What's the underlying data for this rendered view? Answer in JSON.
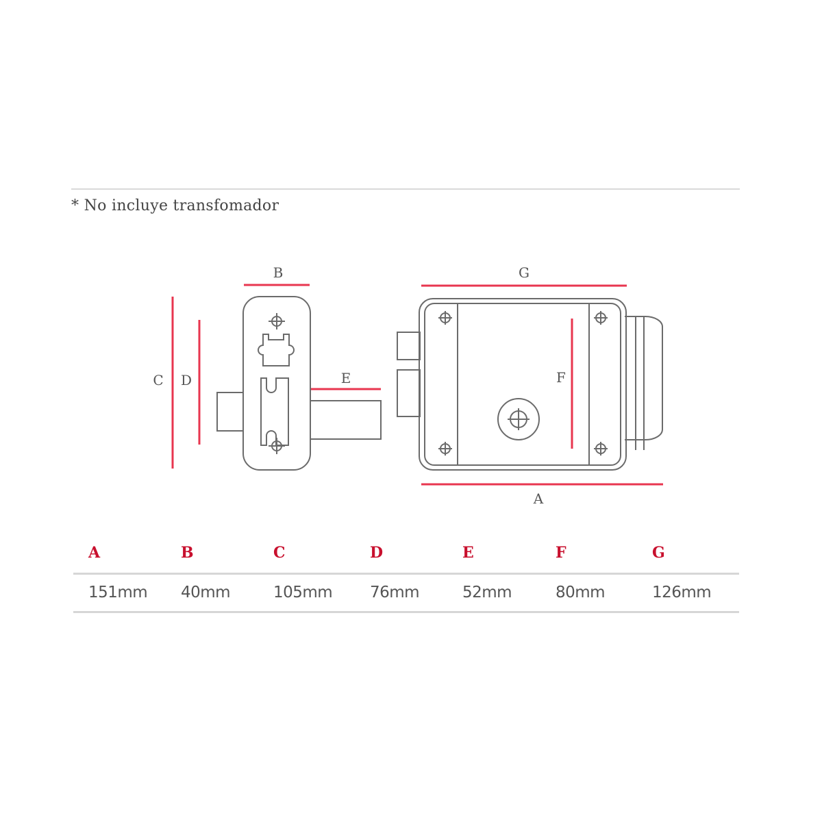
{
  "note": "* No incluye transfomador",
  "diagram": {
    "labels": {
      "A": "A",
      "B": "B",
      "C": "C",
      "D": "D",
      "E": "E",
      "F": "F",
      "G": "G"
    },
    "dimension_color": "#e8364f",
    "line_color": "#6b6b6b"
  },
  "table": {
    "headers": [
      "A",
      "B",
      "C",
      "D",
      "E",
      "F",
      "G"
    ],
    "values": [
      "151mm",
      "40mm",
      "105mm",
      "76mm",
      "52mm",
      "80mm",
      "126mm"
    ],
    "header_color": "#c8102e"
  }
}
